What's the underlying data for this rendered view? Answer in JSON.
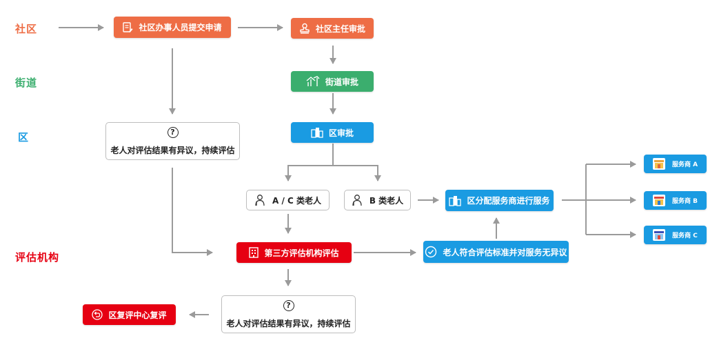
{
  "colors": {
    "community": "#EE6D45",
    "street": "#3BAE6E",
    "district": "#1A9BE2",
    "agency": "#E60012",
    "arrow": "#9A9A9A"
  },
  "lanes": {
    "community": "社区",
    "street": "街道",
    "district": "区",
    "agency": "评估机构"
  },
  "nodes": {
    "submit": {
      "label": "社区办事人员提交申请",
      "icon": "document-edit-icon"
    },
    "community_approve": {
      "label": "社区主任审批",
      "icon": "stamp-icon"
    },
    "street_approve": {
      "label": "街道审批",
      "icon": "street-building-icon"
    },
    "district_approve": {
      "label": "区审批",
      "icon": "buildings-icon"
    },
    "objection_1": {
      "label": "老人对评估结果有异议，持续评估",
      "icon": "question-icon"
    },
    "ac_elder": {
      "label": "A / C 类老人",
      "icon": "elder-icon"
    },
    "b_elder": {
      "label": "B 类老人",
      "icon": "elder-icon"
    },
    "assign": {
      "label": "区分配服务商进行服务",
      "icon": "buildings-icon"
    },
    "third_party": {
      "label": "第三方评估机构评估",
      "icon": "building-icon"
    },
    "meets": {
      "label": "老人符合评估标准并对服务无异议",
      "icon": "check-circle-icon"
    },
    "objection_2": {
      "label": "老人对评估结果有异议，持续评估",
      "icon": "question-icon"
    },
    "review": {
      "label": "区复评中心复评",
      "icon": "return-icon"
    },
    "provider_a": {
      "label": "服务商 A",
      "icon": "shop-icon"
    },
    "provider_b": {
      "label": "服务商 B",
      "icon": "shop-icon"
    },
    "provider_c": {
      "label": "服务商 C",
      "icon": "shop-icon"
    }
  },
  "question_mark": "?"
}
